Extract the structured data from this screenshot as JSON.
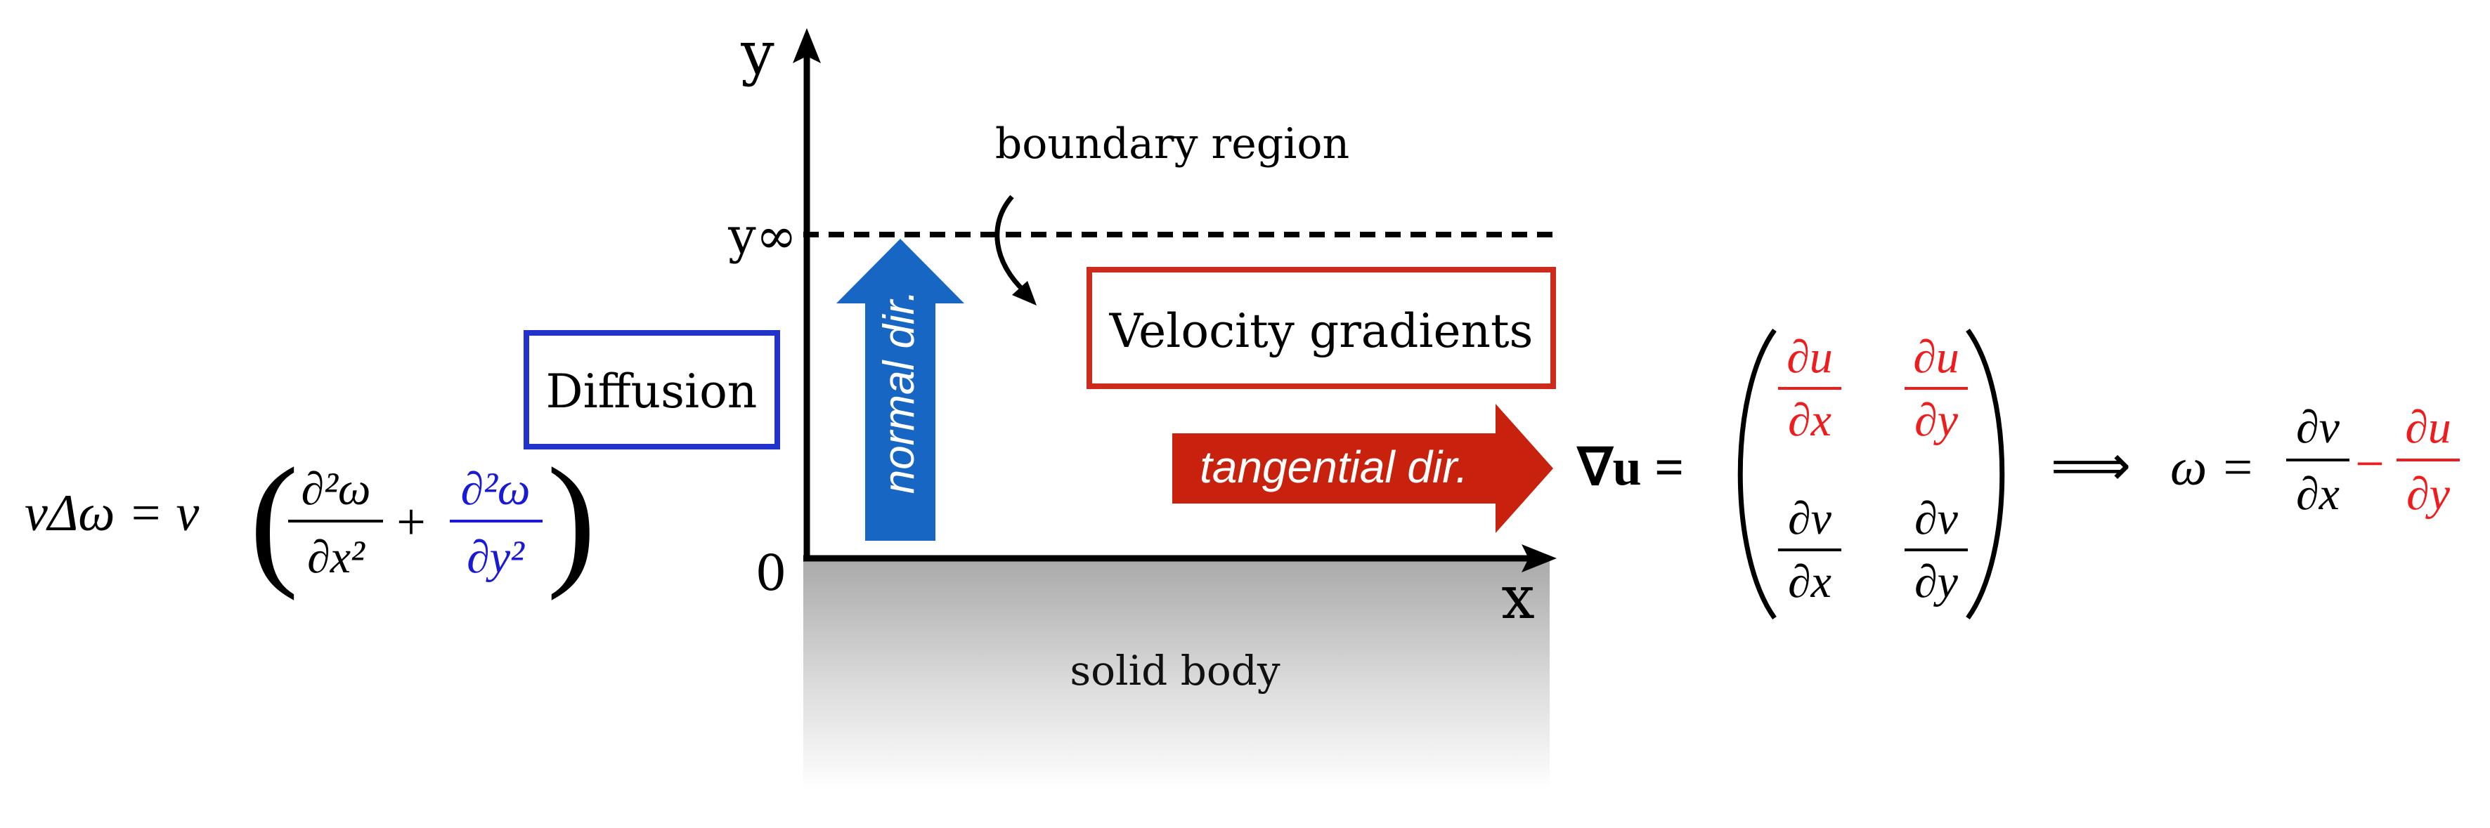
{
  "axes": {
    "y_label": "y",
    "x_label": "x",
    "origin_label": "0",
    "y_inf_label": "y∞"
  },
  "labels": {
    "boundary_region": "boundary region",
    "solid_body": "solid body",
    "diffusion": "Diffusion",
    "velocity_gradients": "Velocity gradients",
    "normal_dir": "normal dir.",
    "tangential_dir": "tangential dir."
  },
  "equations": {
    "diffusion_lhs": "νΔω = ν",
    "d2omega": "∂²ω",
    "dx2": "∂x²",
    "dy2": "∂y²",
    "plus": "+",
    "grad_u": "∇u =",
    "du": "∂u",
    "dv": "∂v",
    "dx": "∂x",
    "dy": "∂y",
    "implies": "⟹",
    "omega_eq": "ω =",
    "minus": "−"
  },
  "colors": {
    "blue_box": "#2233cc",
    "red_box": "#cc2a1a",
    "normal_arrow": "#1766c4",
    "tangential_arrow": "#c8220e",
    "blue_math": "#1a1ad6",
    "red_math": "#ee1c1c"
  }
}
